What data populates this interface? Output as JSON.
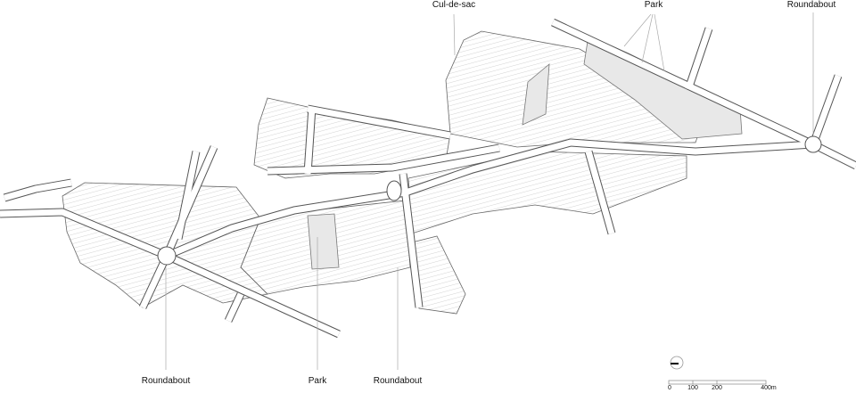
{
  "labels": {
    "top": [
      {
        "id": "cul-de-sac",
        "text": "Cul-de-sac"
      },
      {
        "id": "park",
        "text": "Park"
      },
      {
        "id": "roundabout",
        "text": "Roundabout"
      }
    ],
    "bottom": [
      {
        "id": "roundabout-west",
        "text": "Roundabout"
      },
      {
        "id": "park-central",
        "text": "Park"
      },
      {
        "id": "roundabout-central",
        "text": "Roundabout"
      }
    ]
  },
  "scale_bar": {
    "ticks": [
      "0",
      "100",
      "200",
      "400m"
    ]
  },
  "north_arrow": "north-arrow-icon",
  "colors": {
    "road": "#555555",
    "parcel": "#aaaaaa",
    "park": "#e6e6e6"
  }
}
